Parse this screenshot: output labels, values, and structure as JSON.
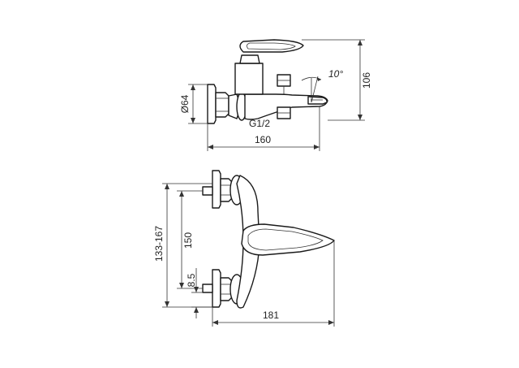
{
  "dimensions": {
    "side_view": {
      "height": "106",
      "width": "160",
      "flange_diameter": "Ø64",
      "thread": "G1/2",
      "spout_angle": "10°"
    },
    "front_view": {
      "width": "181",
      "center_distance_range": "133-167",
      "center_distance": "150",
      "offset": "8.5"
    }
  }
}
